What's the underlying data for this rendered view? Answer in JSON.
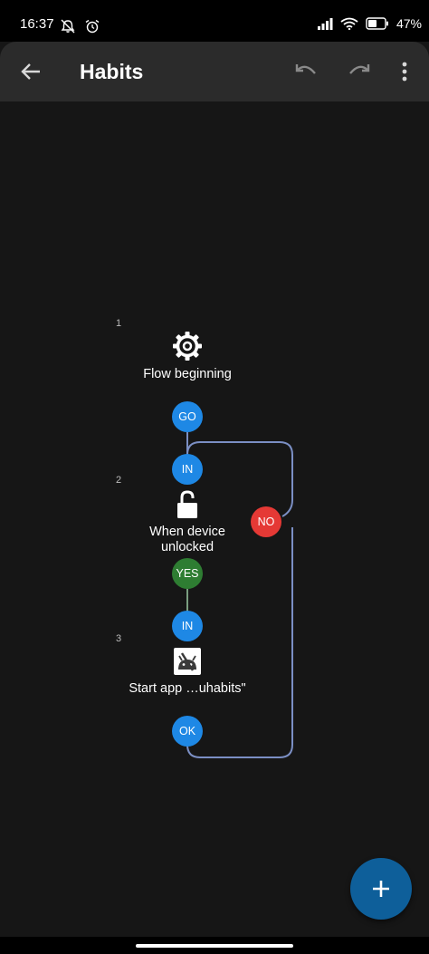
{
  "status_bar": {
    "time": "16:37",
    "left_icons": [
      "notifications-off-icon",
      "alarm-icon"
    ],
    "right_icons": [
      "signal-icon",
      "wifi-icon",
      "battery-icon"
    ],
    "battery_percent": "47%"
  },
  "app_bar": {
    "title": "Habits",
    "actions": [
      "back-arrow-icon",
      "undo-icon",
      "redo-icon",
      "more-vert-icon"
    ]
  },
  "flow": {
    "blocks": [
      {
        "number": "1",
        "label": "Flow beginning",
        "icon": "gear-icon",
        "out_ports": [
          "GO"
        ]
      },
      {
        "number": "2",
        "label_lines": [
          "When device",
          "unlocked"
        ],
        "icon": "unlock-icon",
        "in_port": "IN",
        "out_ports": [
          "YES",
          "NO"
        ]
      },
      {
        "number": "3",
        "label": "Start app …uhabits\"",
        "icon": "android-app-icon",
        "in_port": "IN",
        "out_ports": [
          "OK"
        ]
      }
    ],
    "colors": {
      "port_blue": "#1e88e5",
      "port_green": "#2e7d32",
      "port_red": "#e53935",
      "connector_blue": "#7b8fc4",
      "connector_green": "#7a9e80"
    }
  },
  "fab": {
    "icon": "plus-icon"
  }
}
